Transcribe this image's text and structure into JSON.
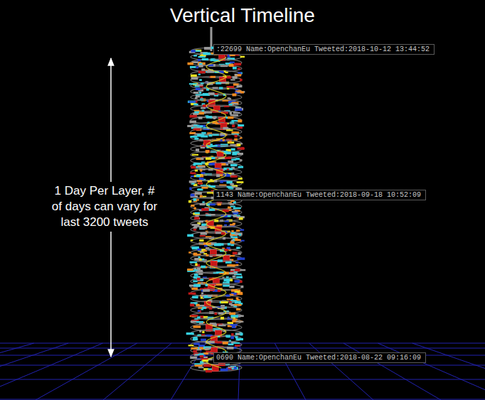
{
  "diagram": {
    "title": "Vertical Timeline",
    "nodes": [
      {
        "text": [
          ":22699 Name:OpenchanEu Tweeted:2018-10-12 13:44:52"
        ]
      },
      {
        "text": [
          "1143 Name:OpenchanEu Tweeted:2018-09-18 10:52:09"
        ]
      },
      {
        "text": [
          "0690 Name:OpenchanEu Tweeted:2018-08-22 09:16:09"
        ]
      }
    ],
    "labels": [
      "1 Day Per Layer, # of days can vary for last 3200 tweets"
    ]
  }
}
